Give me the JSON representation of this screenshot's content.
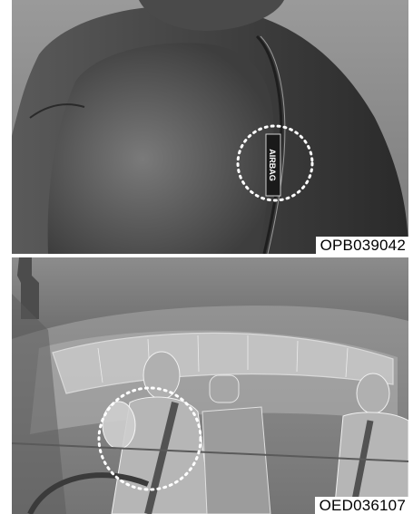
{
  "figures": [
    {
      "subject": "seat-side-airbag",
      "tag_text": "AIRBAG",
      "code": "OPB039042"
    },
    {
      "subject": "curtain-airbag",
      "code": "OED036107"
    }
  ],
  "colors": {
    "highlight_circle": "#ffffff",
    "background": "#8a8a8a"
  }
}
